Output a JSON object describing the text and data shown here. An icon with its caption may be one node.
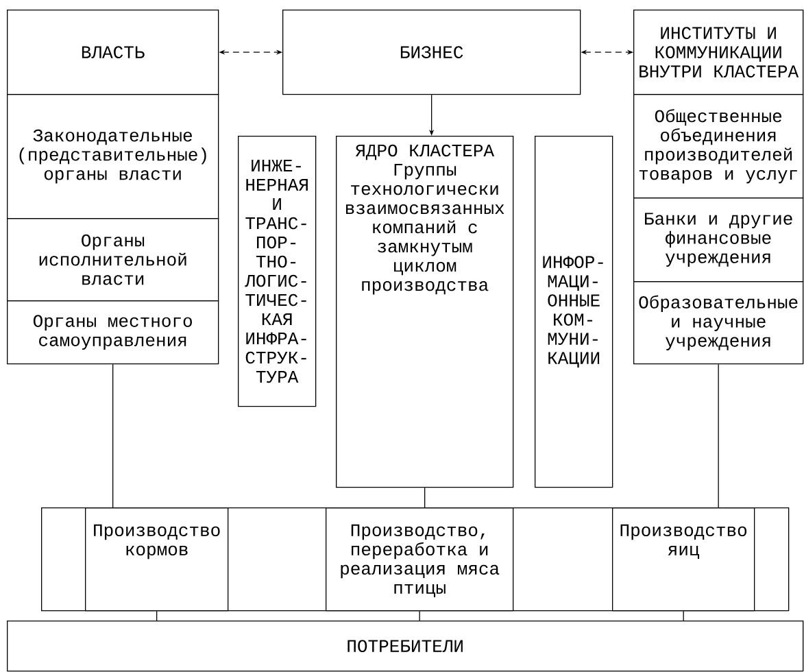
{
  "diagram": {
    "nodes": [
      {
        "text": [
          "ВЛАСТЬ"
        ]
      },
      {
        "text": [
          "Законодательные (представительные) органы власти"
        ]
      },
      {
        "text": [
          "Органы исполнительной власти"
        ]
      },
      {
        "text": [
          "Органы местного самоуправления"
        ]
      },
      {
        "text": [
          "БИЗНЕС"
        ]
      },
      {
        "text": [
          "ИНСТИТУТЫ И КОММУНИКАЦИИ ВНУТРИ КЛАСТЕРА"
        ]
      },
      {
        "text": [
          "Общественные объединения производителей товаров и услуг"
        ]
      },
      {
        "text": [
          "Банки и другие финансовые учреждения"
        ]
      },
      {
        "text": [
          "Образовательные и научные учреждения"
        ]
      },
      {
        "text": [
          "ИНЖЕ- НЕРНАЯ И ТРАНС- ПОР- ТНО- ЛОГИС- ТИЧЕС- КАЯ ИНФРА- СТРУК- ТУРА"
        ]
      },
      {
        "text": [
          "ЯДРО КЛАСТЕРА",
          "Группы технологически взаимосвязанных компаний с замкнутым циклом производства"
        ]
      },
      {
        "text": [
          "ИНФОР- МАЦИ- ОННЫЕ КОМ- МУНИ- КАЦИИ"
        ]
      },
      {
        "text": [],
        "shape": "box"
      },
      {
        "text": [
          "Производство кормов"
        ],
        "in": 12
      },
      {
        "text": [
          "Производство, переработка и реализация мяса птицы"
        ],
        "in": 12
      },
      {
        "text": [
          "Производство яиц"
        ],
        "in": 12
      },
      {
        "text": [
          "ПОТРЕБИТЕЛИ"
        ]
      }
    ],
    "edges": [
      {
        "from": 0,
        "to": 4,
        "arrow": "both",
        "style": "dashed"
      },
      {
        "from": 4,
        "to": 5,
        "arrow": "both",
        "style": "dashed"
      },
      {
        "from": 4,
        "to": 10,
        "arrow": "to"
      },
      {
        "from": 3,
        "to": 13,
        "arrow": "none"
      },
      {
        "from": 10,
        "to": 14,
        "arrow": "none"
      },
      {
        "from": 8,
        "to": 15,
        "arrow": "none"
      },
      {
        "from": 13,
        "to": 16,
        "arrow": "none"
      },
      {
        "from": 14,
        "to": 16,
        "arrow": "none"
      },
      {
        "from": 15,
        "to": 16,
        "arrow": "none"
      }
    ]
  }
}
